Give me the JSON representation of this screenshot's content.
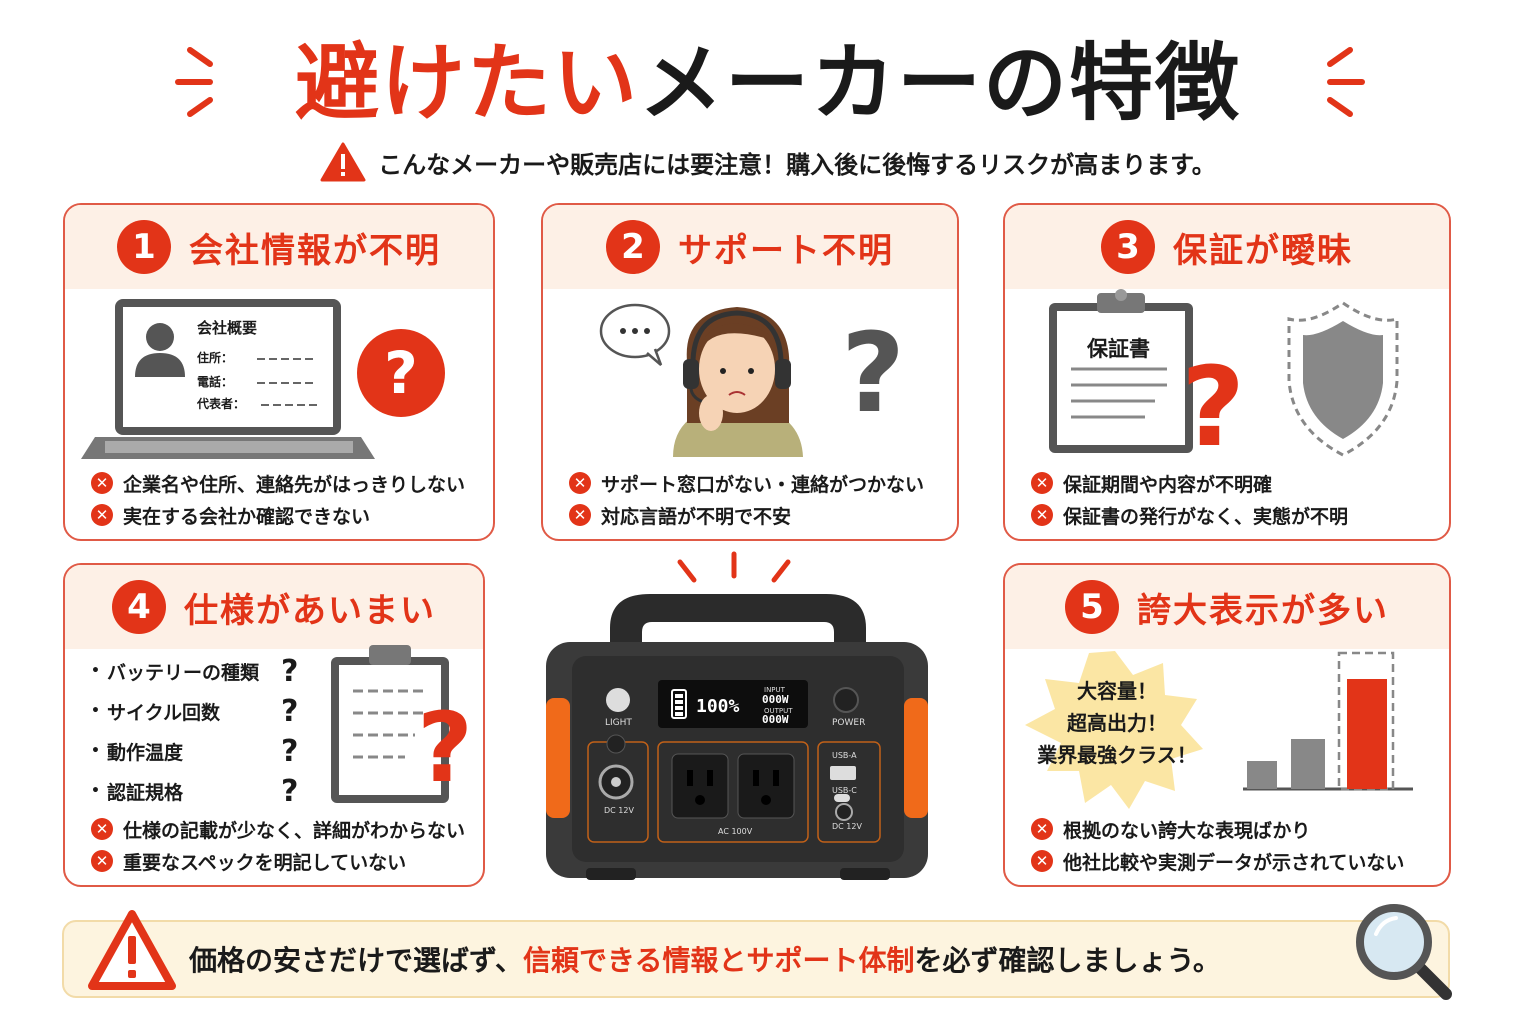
{
  "title": {
    "red": "避けたい",
    "black": "メーカーの特徴"
  },
  "subtitle": "こんなメーカーや販売店には要注意！購入後に後悔するリスクが高まります。",
  "colors": {
    "accent": "#e23418",
    "card_border": "#e05a46",
    "card_head": "#fdf0e6",
    "footer_bg": "#fdf4df"
  },
  "cards": [
    {
      "num": "1",
      "title": "会社情報が不明",
      "art": {
        "heading": "会社概要",
        "fields": [
          "住所：",
          "電話：",
          "代表者："
        ],
        "icons": [
          "laptop-icon",
          "person-icon",
          "question-icon"
        ]
      },
      "bullets": [
        "企業名や住所、連絡先がはっきりしない",
        "実在する会社か確認できない"
      ]
    },
    {
      "num": "2",
      "title": "サポート不明",
      "art": {
        "bubble": "…",
        "icons": [
          "operator-with-headset-icon",
          "speech-bubble-icon",
          "question-icon"
        ]
      },
      "bullets": [
        "サポート窓口がない・連絡がつかない",
        "対応言語が不明で不安"
      ]
    },
    {
      "num": "3",
      "title": "保証が曖昧",
      "art": {
        "doc_title": "保証書",
        "icons": [
          "clipboard-icon",
          "question-icon",
          "shield-icon"
        ]
      },
      "bullets": [
        "保証期間や内容が不明確",
        "保証書の発行がなく、実態が不明"
      ]
    },
    {
      "num": "4",
      "title": "仕様があいまい",
      "specs": [
        "バッテリーの種類",
        "サイクル回数",
        "動作温度",
        "認証規格"
      ],
      "spec_mark": "?",
      "art": {
        "icons": [
          "clipboard-icon",
          "question-icon"
        ]
      },
      "bullets": [
        "仕様の記載が少なく、詳細がわからない",
        "重要なスペックを明記していない"
      ]
    },
    {
      "num": "5",
      "title": "誇大表示が多い",
      "art": {
        "burst_lines": [
          "大容量！",
          "超高出力！",
          "業界最強クラス！"
        ],
        "icons": [
          "starburst-icon",
          "bar-chart-icon"
        ]
      },
      "bullets": [
        "根拠のない誇大な表現ばかり",
        "他社比較や実測データが示されていない"
      ]
    }
  ],
  "station": {
    "labels": {
      "light": "LIGHT",
      "power": "POWER",
      "battery": "100%",
      "input_label": "INPUT",
      "input_value": "000W",
      "output_label": "OUTPUT",
      "output_value": "000W",
      "ac": "AC 100V",
      "dc_left": "DC 12V",
      "usb_a": "USB-A",
      "usb_c": "USB-C",
      "dc_right": "DC 12V"
    }
  },
  "footer": {
    "part1": "価格の安さだけで選ばず、",
    "part2_red": "信頼できる情報とサポート体制",
    "part3": "を必ず確認しましょう。"
  },
  "icons": {
    "warning": "warning-triangle-icon",
    "magnifier": "magnifier-icon",
    "x": "x-circle-icon"
  }
}
